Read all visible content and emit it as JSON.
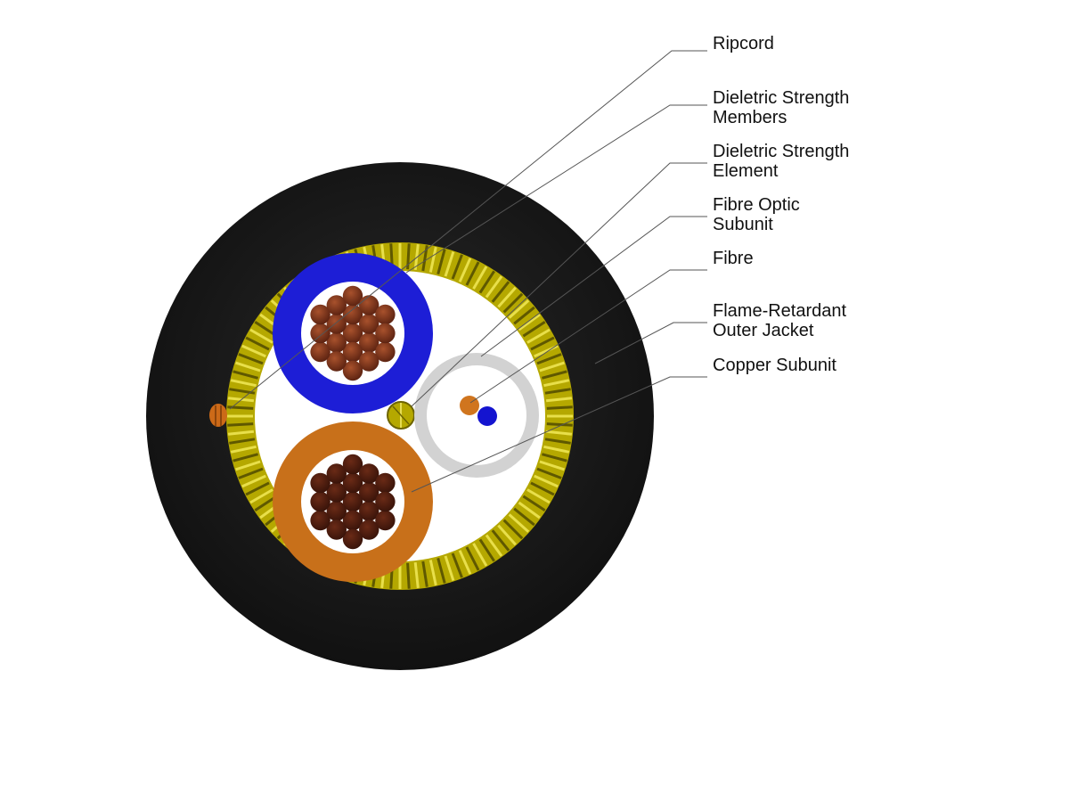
{
  "callouts": [
    {
      "id": "ripcord",
      "lines": [
        "Ripcord"
      ]
    },
    {
      "id": "dielectric-strength-members",
      "lines": [
        "Dieletric Strength",
        "Members"
      ]
    },
    {
      "id": "dielectric-strength-element",
      "lines": [
        "Dieletric Strength",
        "Element"
      ]
    },
    {
      "id": "fibre-optic-subunit",
      "lines": [
        "Fibre Optic",
        "Subunit"
      ]
    },
    {
      "id": "fibre",
      "lines": [
        "Fibre"
      ]
    },
    {
      "id": "outer-jacket",
      "lines": [
        "Flame-Retardant",
        "Outer Jacket"
      ]
    },
    {
      "id": "copper-subunit",
      "lines": [
        "Copper Subunit"
      ]
    }
  ],
  "colors": {
    "outer_jacket": "#1a1a1a",
    "strength_members": "#b5a800",
    "core_fill": "#ffffff",
    "copper_subunit_blue_jacket": "#1d1ed6",
    "copper_subunit_orange_jacket": "#c8701a",
    "copper_conductor": "#8b3a1e",
    "fibre_subunit_ring": "#d2d2d2",
    "fibre_orange": "#d0751e",
    "fibre_blue": "#1414d0",
    "ripcord": "#cc6a18"
  }
}
